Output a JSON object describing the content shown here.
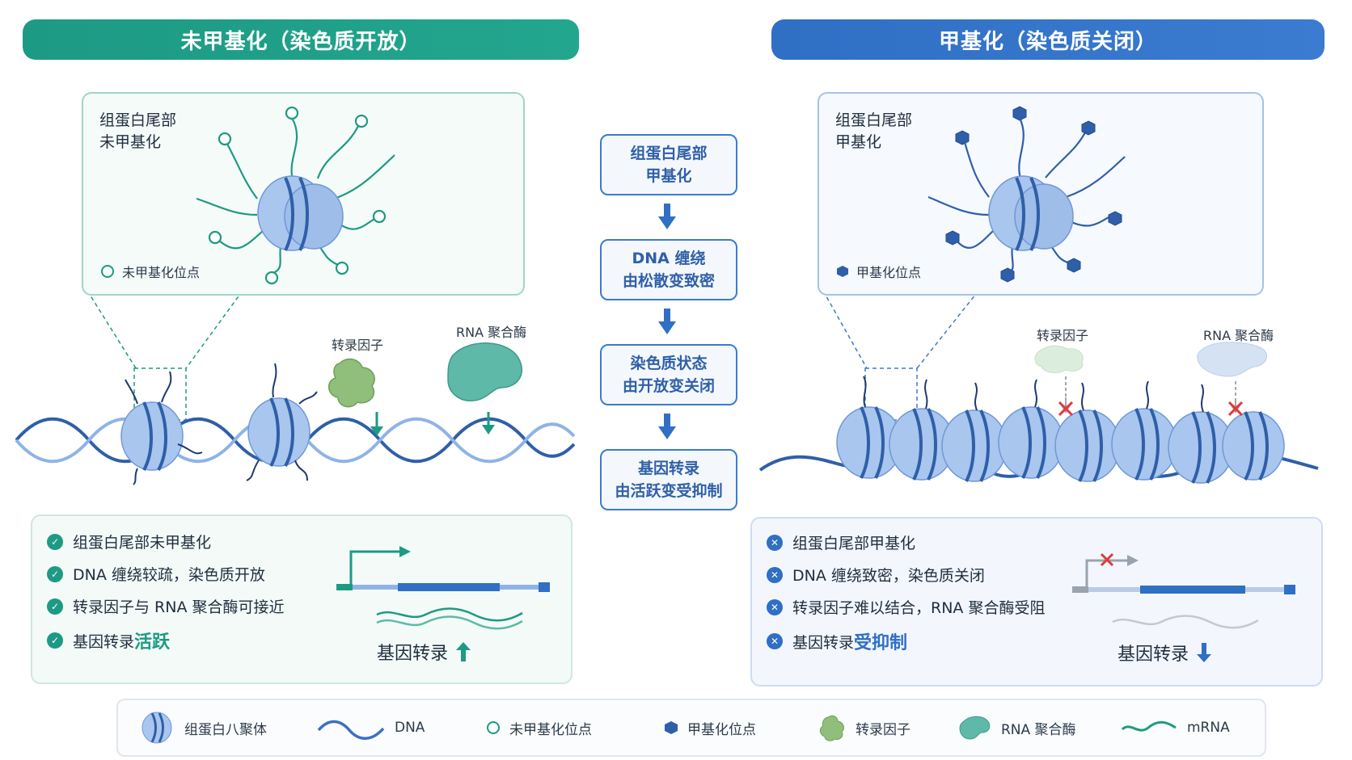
{
  "left": {
    "banner": "未甲基化（染色质开放）",
    "zoom": {
      "label": "组蛋白尾部\n未甲基化",
      "legend": "未甲基化位点"
    },
    "labels": {
      "tf": "转录因子",
      "rnap": "RNA 聚合酶"
    },
    "bullets": [
      {
        "text": "组蛋白尾部未甲基化",
        "emph": ""
      },
      {
        "text": "DNA 缠绕较疏，染色质开放",
        "emph": ""
      },
      {
        "text": "转录因子与 RNA 聚合酶可接近",
        "emph": ""
      },
      {
        "text": "基因转录",
        "emph": "活跃"
      }
    ],
    "gene_text": "基因转录"
  },
  "right": {
    "banner": "甲基化（染色质关闭）",
    "zoom": {
      "label": "组蛋白尾部\n甲基化",
      "legend": "甲基化位点"
    },
    "labels": {
      "tf": "转录因子",
      "rnap": "RNA 聚合酶"
    },
    "bullets": [
      {
        "text": "组蛋白尾部甲基化",
        "emph": ""
      },
      {
        "text": "DNA 缠绕致密，染色质关闭",
        "emph": ""
      },
      {
        "text": "转录因子难以结合，RNA 聚合酶受阻",
        "emph": ""
      },
      {
        "text": "基因转录",
        "emph": "受抑制"
      }
    ],
    "gene_text": "基因转录"
  },
  "flow": [
    "组蛋白尾部\n甲基化",
    "DNA 缠绕\n由松散变致密",
    "染色质状态\n由开放变关闭",
    "基因转录\n由活跃变受抑制"
  ],
  "legend": [
    "组蛋白八聚体",
    "DNA",
    "未甲基化位点",
    "甲基化位点",
    "转录因子",
    "RNA 聚合酶",
    "mRNA"
  ],
  "colors": {
    "green": "#1d9a83",
    "blue": "#2f6fc4",
    "dna": "#2f5fa8",
    "histone": "#8fb3e6",
    "tf": "#8fbf7a",
    "rnap": "#5fb9a8",
    "block": "#e03a3a"
  }
}
